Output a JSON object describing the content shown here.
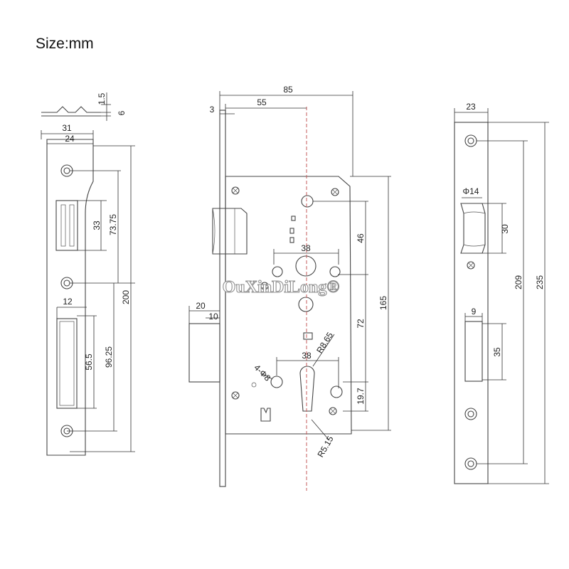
{
  "title": "Size:mm",
  "watermark": "OuXinDiLong®",
  "left_plate": {
    "d_1_5": "1.5",
    "d_6": "6",
    "d_31": "31",
    "d_24": "24",
    "d_33": "33",
    "d_73_75": "73.75",
    "d_200": "200",
    "d_12": "12",
    "d_56_5": "56.5",
    "d_96_25": "96.25"
  },
  "lock_body": {
    "d_85": "85",
    "d_3": "3",
    "d_55": "55",
    "d_46": "46",
    "d_38_top": "38",
    "d_165": "165",
    "d_20": "20",
    "d_10": "10",
    "d_72": "72",
    "d_r8_65": "R8.65",
    "d_38_bottom": "38",
    "d_4_phi8": "4-Φ8",
    "d_19_7": "19.7",
    "d_r5_15": "R5.15"
  },
  "right_plate": {
    "d_23": "23",
    "d_phi14": "Φ14",
    "d_30": "30",
    "d_209": "209",
    "d_235": "235",
    "d_9": "9",
    "d_35": "35"
  }
}
